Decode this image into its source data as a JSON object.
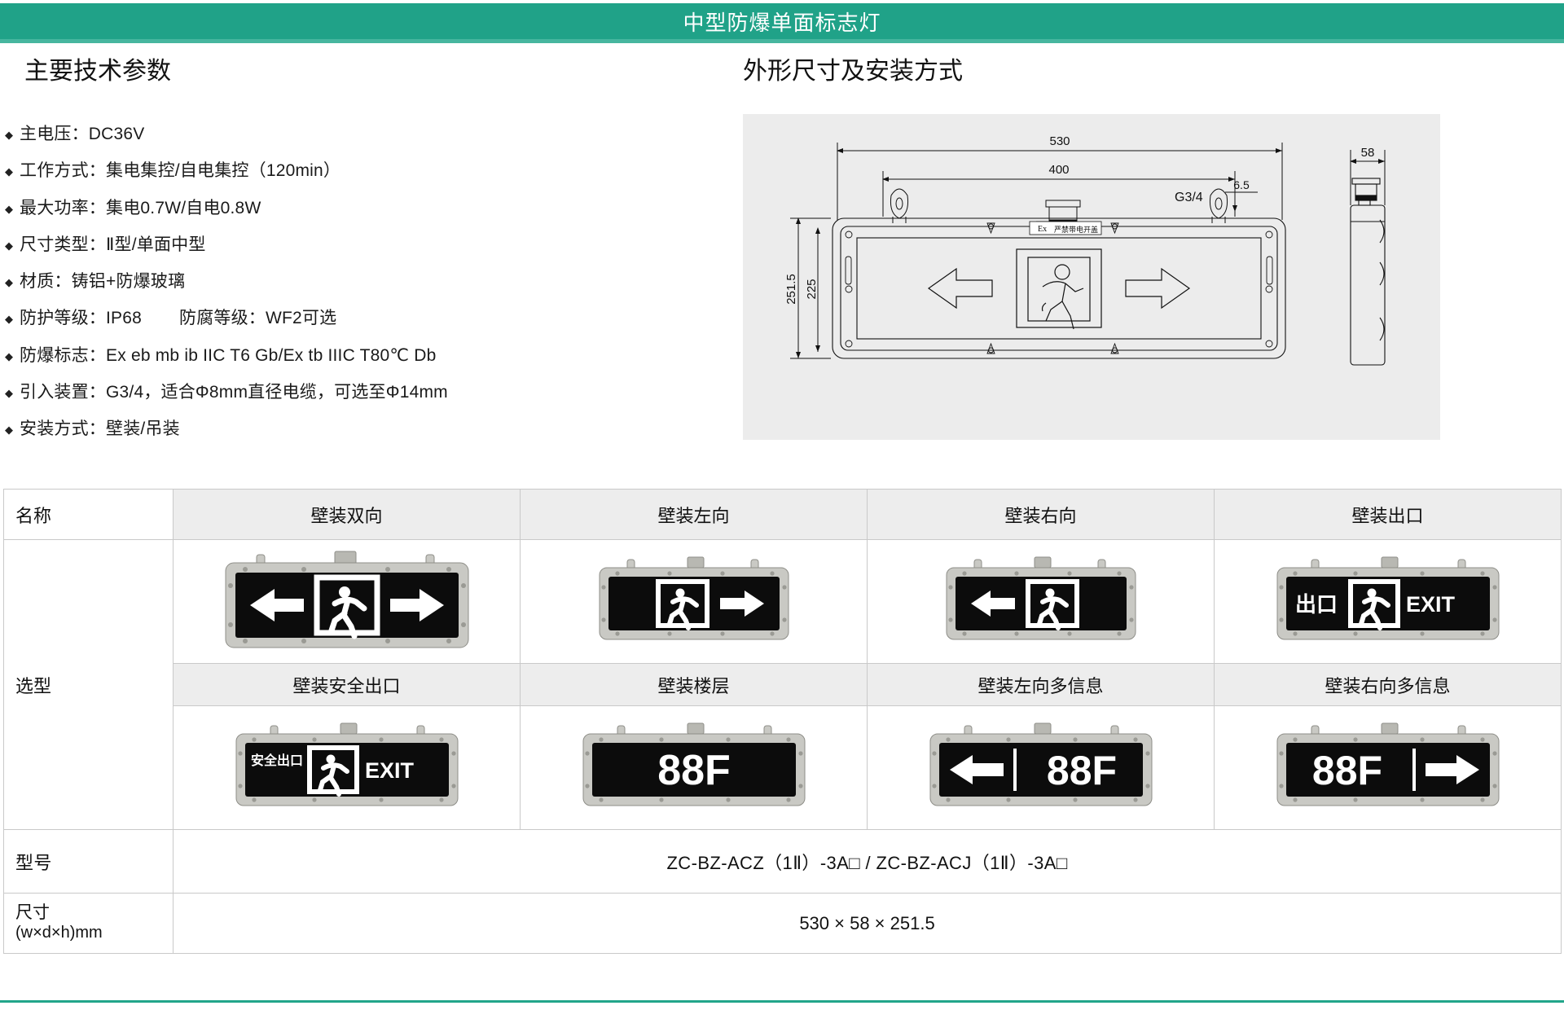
{
  "banner": {
    "title": "中型防爆单面标志灯",
    "bg_color": "#20a288"
  },
  "sections": {
    "left_title": "主要技术参数",
    "right_title": "外形尺寸及安装方式"
  },
  "specs": [
    {
      "label": "主电压",
      "value": "DC36V",
      "full": "主电压：DC36V"
    },
    {
      "label": "工作方式",
      "value": "集电集控/自电集控（120min）",
      "full": "工作方式：集电集控/自电集控（120min）"
    },
    {
      "label": "最大功率",
      "value": "集电0.7W/自电0.8W",
      "full": "最大功率：集电0.7W/自电0.8W"
    },
    {
      "label": "尺寸类型",
      "value": "Ⅱ型/单面中型",
      "full": "尺寸类型：Ⅱ型/单面中型"
    },
    {
      "label": "材质",
      "value": "铸铝+防爆玻璃",
      "full": "材质：铸铝+防爆玻璃"
    },
    {
      "label": "防护等级",
      "value": "IP68",
      "full": "防护等级：IP68",
      "extra_label": "防腐等级",
      "extra_value": "WF2可选",
      "extra_full": "防腐等级：WF2可选"
    },
    {
      "label": "防爆标志",
      "value": "Ex eb mb ib IIC T6 Gb/Ex tb IIIC T80℃ Db",
      "full": "防爆标志：Ex eb mb ib IIC T6 Gb/Ex tb IIIC T80℃ Db"
    },
    {
      "label": "引入装置",
      "value": "G3/4，适合Φ8mm直径电缆，可选至Φ14mm",
      "full": "引入装置：G3/4，适合Φ8mm直径电缆，可选至Φ14mm"
    },
    {
      "label": "安装方式",
      "value": "壁装/吊装",
      "full": "安装方式：壁装/吊装"
    }
  ],
  "drawing": {
    "dim_width_total": "530",
    "dim_width_mount": "400",
    "dim_height_total": "251.5",
    "dim_height_mount": "225",
    "dim_depth": "58",
    "dim_hole": "6.5",
    "thread_label": "G3/4",
    "ex_mark": "Ex",
    "warning_label": "严禁带电开盖"
  },
  "table": {
    "row_label_name": "名称",
    "row_label_select": "选型",
    "row_label_model": "型号",
    "row_label_size_line1": "尺寸",
    "row_label_size_line2": "(w×d×h)mm",
    "headers_row1": [
      "壁装双向",
      "壁装左向",
      "壁装右向",
      "壁装出口"
    ],
    "headers_row2": [
      "壁装安全出口",
      "壁装楼层",
      "壁装左向多信息",
      "壁装右向多信息"
    ],
    "model_value": "ZC-BZ-ACZ（1Ⅱ）-3A□ / ZC-BZ-ACJ（1Ⅱ）-3A□",
    "size_value": "530 × 58 × 251.5",
    "products_row1": [
      {
        "name": "壁装双向",
        "type": "both",
        "text": ""
      },
      {
        "name": "壁装左向",
        "type": "right-only",
        "text": ""
      },
      {
        "name": "壁装右向",
        "type": "left-only",
        "text": ""
      },
      {
        "name": "壁装出口",
        "type": "exit-cn-en",
        "text": "出口",
        "text_en": "EXIT"
      }
    ],
    "products_row2": [
      {
        "name": "壁装安全出口",
        "type": "safe-exit",
        "text": "安全出口",
        "text_en": "EXIT"
      },
      {
        "name": "壁装楼层",
        "type": "floor",
        "text": "88F"
      },
      {
        "name": "壁装左向多信息",
        "type": "floor-left",
        "text": "88F"
      },
      {
        "name": "壁装右向多信息",
        "type": "floor-right",
        "text": "88F"
      }
    ]
  },
  "colors": {
    "accent": "#20a288",
    "header_bg": "#ededed",
    "border": "#c9c9c9"
  }
}
